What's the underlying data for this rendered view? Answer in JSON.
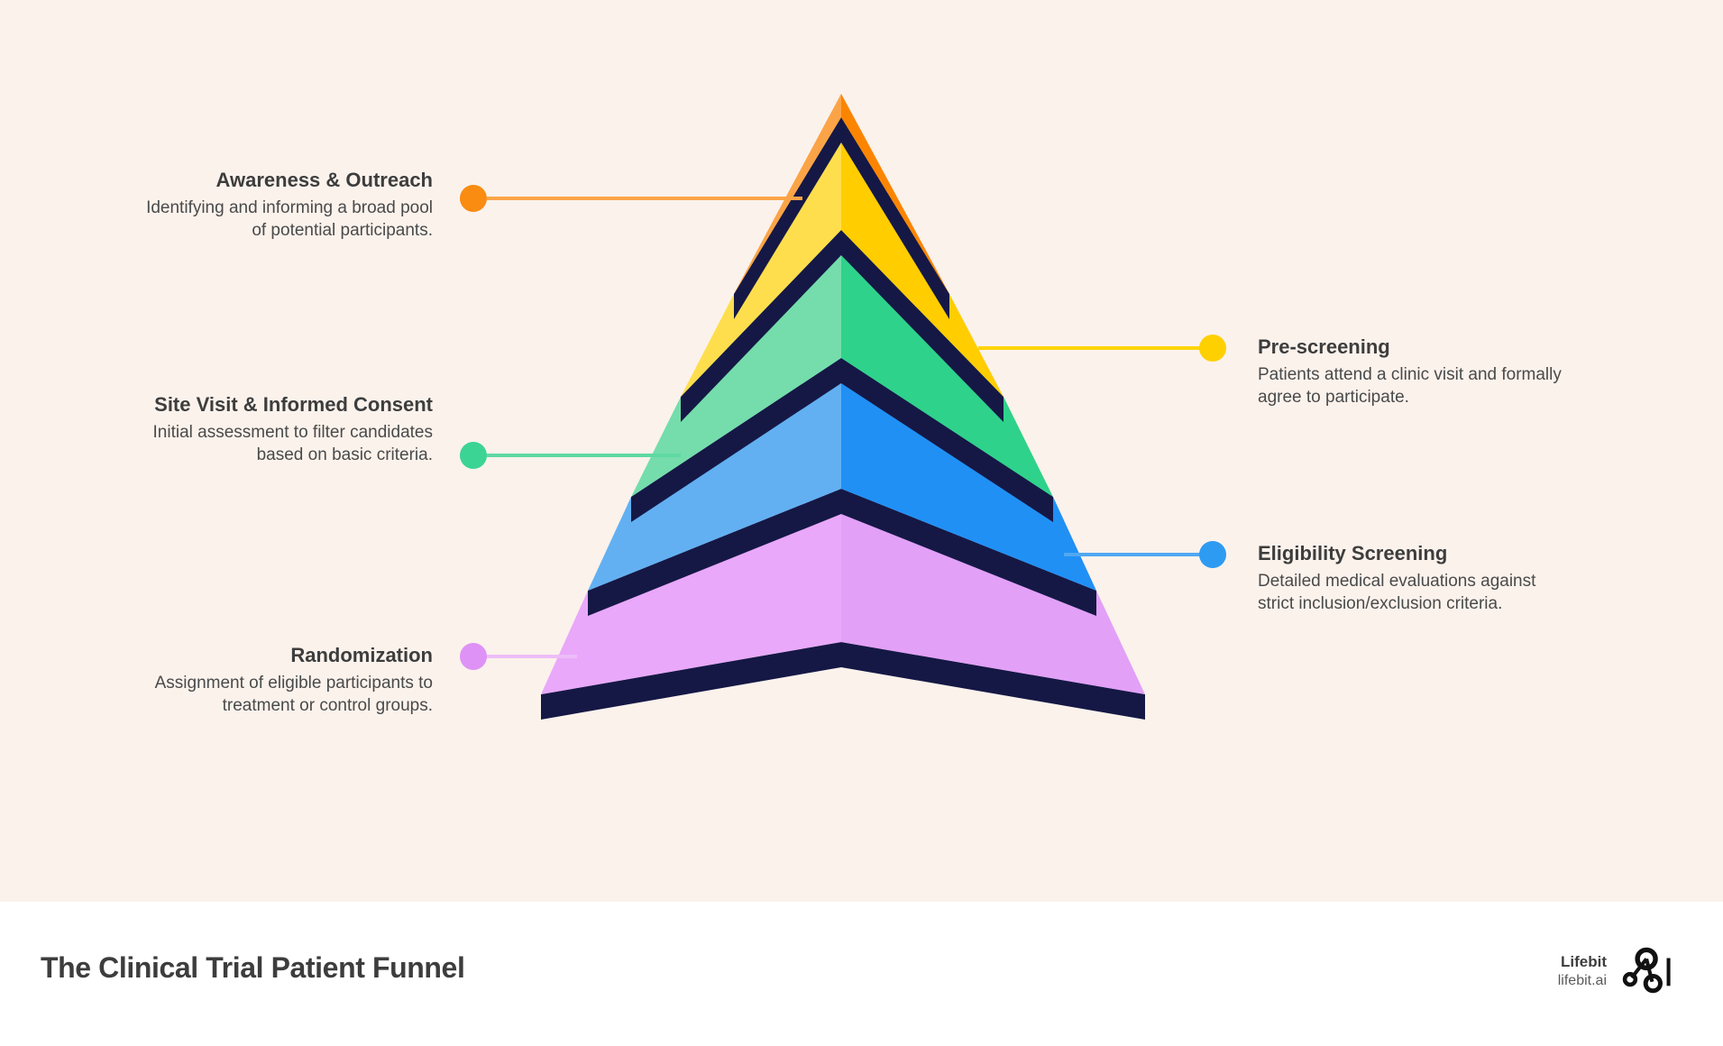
{
  "background": {
    "canvas_color": "#FBF2EC",
    "footer_color": "#FFFFFF"
  },
  "footer": {
    "title": "The Clinical Trial Patient Funnel",
    "brand_name": "Lifebit",
    "brand_url": "lifebit.ai",
    "logo_icon": "network-node-icon"
  },
  "chart_data": {
    "type": "pie",
    "title": "The Clinical Trial Patient Funnel",
    "chart_style": "3d-pyramid-funnel",
    "levels": [
      {
        "index": 1,
        "position": "top",
        "title": "Awareness & Outreach",
        "description": "Identifying and informing a broad pool of potential participants.",
        "side": "left",
        "color_left": "#FBA447",
        "color_right": "#FB8500",
        "dot_color": "#F98C11",
        "line_color": "#FBA447"
      },
      {
        "index": 2,
        "position": "second",
        "title": "Pre-screening",
        "description": "Patients attend a clinic visit and formally agree to participate.",
        "side": "right",
        "color_left": "#FFDE4D",
        "color_right": "#FFCD00",
        "dot_color": "#FFD000",
        "line_color": "#FFD400"
      },
      {
        "index": 3,
        "position": "middle",
        "title": "Site Visit & Informed Consent",
        "description": "Initial assessment to filter candidates based on basic criteria.",
        "side": "left",
        "color_left": "#74DDAB",
        "color_right": "#2FD28B",
        "dot_color": "#3BD494",
        "line_color": "#5FD9A2"
      },
      {
        "index": 4,
        "position": "fourth",
        "title": "Eligibility Screening",
        "description": "Detailed medical evaluations against strict inclusion/exclusion criteria.",
        "side": "right",
        "color_left": "#62B0F2",
        "color_right": "#2090F5",
        "dot_color": "#2E9BF2",
        "line_color": "#4FA8F2"
      },
      {
        "index": 5,
        "position": "bottom",
        "title": "Randomization",
        "description": "Assignment of eligible participants to treatment or control groups.",
        "side": "left",
        "color_left": "#E9A8FA",
        "color_right": "#E2A0F7",
        "dot_color": "#DE92F5",
        "line_color": "#EDBDF8"
      }
    ],
    "separator_color": "#151845",
    "grid": false,
    "legend": "callout-labels"
  },
  "labels": {
    "awareness": {
      "title": "Awareness & Outreach",
      "desc": "Identifying and informing a broad pool of potential participants."
    },
    "prescreening": {
      "title": "Pre-screening",
      "desc": "Patients attend a clinic visit and formally agree to participate."
    },
    "consent": {
      "title": "Site Visit & Informed Consent",
      "desc": "Initial assessment to filter candidates based on basic criteria."
    },
    "eligibility": {
      "title": "Eligibility Screening",
      "desc": "Detailed medical evaluations against strict inclusion/exclusion criteria."
    },
    "randomization": {
      "title": "Randomization",
      "desc": "Assignment of eligible participants to treatment or control groups."
    }
  }
}
